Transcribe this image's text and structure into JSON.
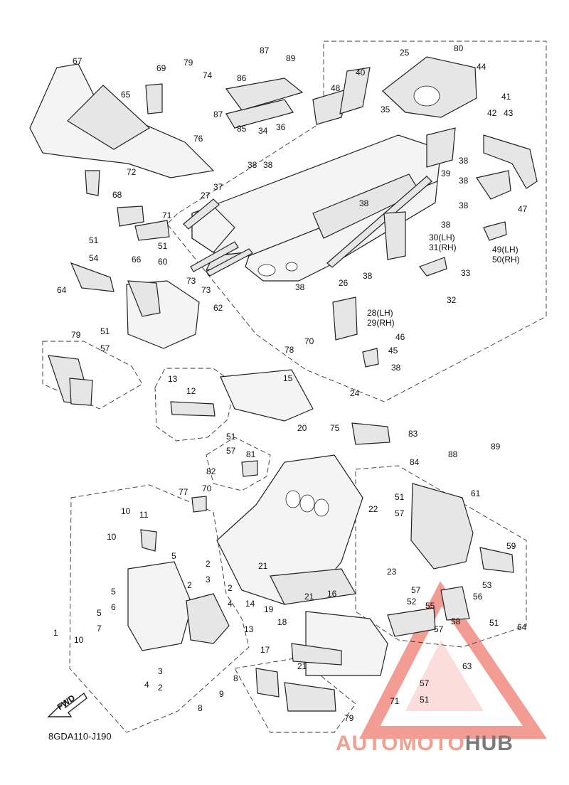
{
  "diagram_code": "8GDA110-J190",
  "fwd_label": "FWD",
  "watermark": {
    "part_a": "AUTOMOTO",
    "part_b": "HUB",
    "color_a": "#f0a090",
    "color_b": "#7a7a7a",
    "triangle_color": "#e84a3a"
  },
  "callouts": {
    "c1": "1",
    "c2a": "2",
    "c2b": "2",
    "c2c": "2",
    "c2d": "2",
    "c3a": "3",
    "c3b": "3",
    "c4a": "4",
    "c4b": "4",
    "c5a": "5",
    "c5b": "5",
    "c5c": "5",
    "c6": "6",
    "c7": "7",
    "c8a": "8",
    "c8b": "8",
    "c9": "9",
    "c10a": "10",
    "c10b": "10",
    "c10c": "10",
    "c11": "11",
    "c12": "12",
    "c13a": "13",
    "c13b": "13",
    "c14": "14",
    "c15": "15",
    "c16": "16",
    "c17": "17",
    "c18": "18",
    "c19": "19",
    "c20": "20",
    "c21a": "21",
    "c21b": "21",
    "c21c": "21",
    "c22": "22",
    "c23": "23",
    "c24": "24",
    "c25": "25",
    "c26": "26",
    "c27": "27",
    "c28": "28(LH)",
    "c29": "29(RH)",
    "c30": "30(LH)",
    "c31": "31(RH)",
    "c32": "32",
    "c33": "33",
    "c34": "34",
    "c35": "35",
    "c36": "36",
    "c37": "37",
    "c38a": "38",
    "c38b": "38",
    "c38c": "38",
    "c38d": "38",
    "c38e": "38",
    "c38f": "38",
    "c38g": "38",
    "c38h": "38",
    "c38i": "38",
    "c38j": "38",
    "c39": "39",
    "c40": "40",
    "c41": "41",
    "c42": "42",
    "c43": "43",
    "c44": "44",
    "c45": "45",
    "c46": "46",
    "c47": "47",
    "c48": "48",
    "c49": "49(LH)",
    "c50": "50(RH)",
    "c51a": "51",
    "c51b": "51",
    "c51c": "51",
    "c51d": "51",
    "c51e": "51",
    "c51f": "51",
    "c51g": "51",
    "c52": "52",
    "c53": "53",
    "c54": "54",
    "c55": "55",
    "c56": "56",
    "c57a": "57",
    "c57b": "57",
    "c57c": "57",
    "c57d": "57",
    "c57e": "57",
    "c57f": "57",
    "c58": "58",
    "c59": "59",
    "c60": "60",
    "c61": "61",
    "c62": "62",
    "c63": "63",
    "c64a": "64",
    "c64b": "64",
    "c65": "65",
    "c66": "66",
    "c67": "67",
    "c68": "68",
    "c69": "69",
    "c70a": "70",
    "c70b": "70",
    "c71a": "71",
    "c71b": "71",
    "c72": "72",
    "c73a": "73",
    "c73b": "73",
    "c74": "74",
    "c75": "75",
    "c76": "76",
    "c77": "77",
    "c78": "78",
    "c79a": "79",
    "c79b": "79",
    "c79c": "79",
    "c80": "80",
    "c81": "81",
    "c82": "82",
    "c83": "83",
    "c84": "84",
    "c85": "85",
    "c86": "86",
    "c87a": "87",
    "c87b": "87",
    "c88": "88",
    "c89a": "89",
    "c89b": "89"
  }
}
